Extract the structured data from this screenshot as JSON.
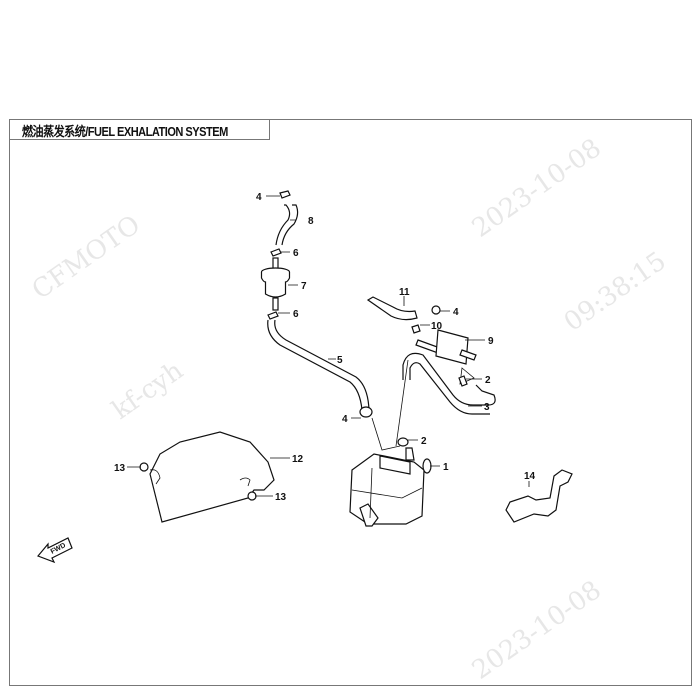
{
  "title": "燃油蒸发系统/FUEL EXHALATION SYSTEM",
  "watermark": {
    "brand": "CFMOTO",
    "user": "kf-cyh",
    "date": "2023-10-08",
    "time": "09:38:15"
  },
  "fwd_label": "FWD",
  "callouts": [
    "4",
    "8",
    "6",
    "7",
    "6",
    "5",
    "4",
    "2",
    "1",
    "11",
    "4",
    "10",
    "9",
    "2",
    "3",
    "12",
    "13",
    "13",
    "14"
  ]
}
